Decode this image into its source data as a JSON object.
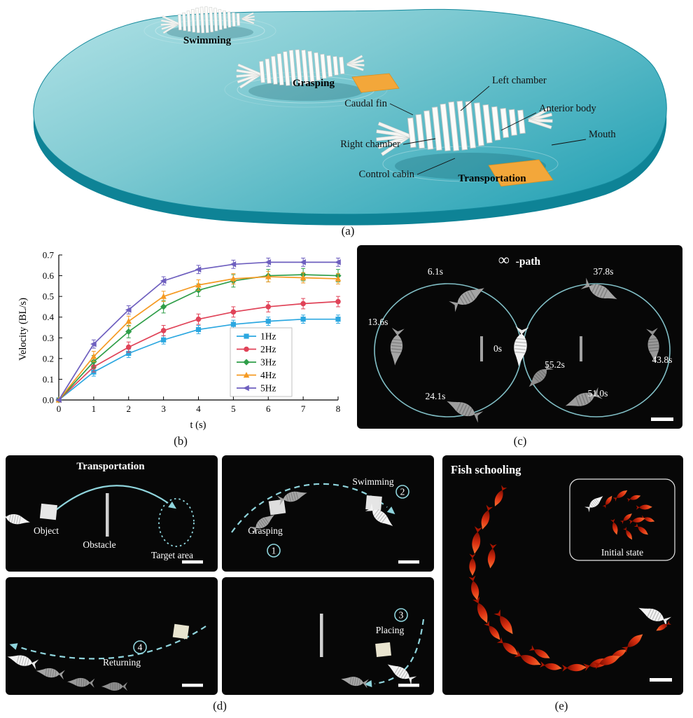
{
  "captions": {
    "a": "(a)",
    "b": "(b)",
    "c": "(c)",
    "d": "(d)",
    "e": "(e)"
  },
  "panel_a": {
    "mode_labels": {
      "swimming": "Swimming",
      "grasping": "Grasping",
      "transportation": "Transportation"
    },
    "part_labels": {
      "caudal_fin": "Caudal fin",
      "right_chamber": "Right chamber",
      "control_cabin": "Control cabin",
      "left_chamber": "Left chamber",
      "anterior_body": "Anterior body",
      "mouth": "Mouth"
    },
    "colors": {
      "water_top": "#8ed3da",
      "water_deep": "#2ba4b6",
      "water_rim": "#0e8396",
      "pad": "#f3a73a"
    }
  },
  "chart_data": {
    "type": "line",
    "title": "",
    "xlabel": "t (s)",
    "ylabel": "Velocity (BL/s)",
    "x": [
      0,
      1,
      2,
      3,
      4,
      5,
      6,
      7,
      8
    ],
    "xticks": [
      0,
      1,
      2,
      3,
      4,
      5,
      6,
      7,
      8
    ],
    "yticks": [
      0.0,
      0.1,
      0.2,
      0.3,
      0.4,
      0.5,
      0.6,
      0.7
    ],
    "xlim": [
      0,
      8
    ],
    "ylim": [
      0,
      0.7
    ],
    "grid": false,
    "legend_position": "inside-right",
    "series": [
      {
        "name": "1Hz",
        "color": "#2BA7E0",
        "marker": "square",
        "error": 0.02,
        "values": [
          0,
          0.135,
          0.225,
          0.29,
          0.34,
          0.365,
          0.38,
          0.39,
          0.39
        ]
      },
      {
        "name": "2Hz",
        "color": "#E04358",
        "marker": "circle",
        "error": 0.025,
        "values": [
          0,
          0.16,
          0.255,
          0.335,
          0.39,
          0.425,
          0.45,
          0.465,
          0.475
        ]
      },
      {
        "name": "3Hz",
        "color": "#2F9E49",
        "marker": "diamond",
        "error": 0.03,
        "values": [
          0,
          0.185,
          0.33,
          0.45,
          0.53,
          0.575,
          0.6,
          0.605,
          0.6
        ]
      },
      {
        "name": "4Hz",
        "color": "#F59A23",
        "marker": "triangle-up",
        "error": 0.025,
        "values": [
          0,
          0.21,
          0.38,
          0.5,
          0.555,
          0.585,
          0.595,
          0.59,
          0.585
        ]
      },
      {
        "name": "5Hz",
        "color": "#6E5FBF",
        "marker": "triangle-left",
        "error": 0.02,
        "values": [
          0,
          0.27,
          0.435,
          0.575,
          0.63,
          0.655,
          0.665,
          0.665,
          0.665
        ]
      }
    ]
  },
  "panel_c": {
    "title_symbol": "∞",
    "title_text": "-path",
    "path_color": "#8fd4dc",
    "time_labels": {
      "t0": "0s",
      "t6_1": "6.1s",
      "t13_6": "13.6s",
      "t24_1": "24.1s",
      "t37_8": "37.8s",
      "t43_8": "43.8s",
      "t51_0": "51.0s",
      "t55_2": "55.2s"
    }
  },
  "panel_d": {
    "transportation": {
      "title": "Transportation",
      "object_label": "Object",
      "obstacle_label": "Obstacle",
      "target_label": "Target area"
    },
    "grasp_swim": {
      "grasping_label": "Grasping",
      "swimming_label": "Swimming",
      "step_grasping": "1",
      "step_swimming": "2"
    },
    "returning": {
      "label": "Returning",
      "step": "4"
    },
    "placing": {
      "label": "Placing",
      "step": "3"
    }
  },
  "panel_e": {
    "title": "Fish schooling",
    "inset_label": "Initial state"
  }
}
